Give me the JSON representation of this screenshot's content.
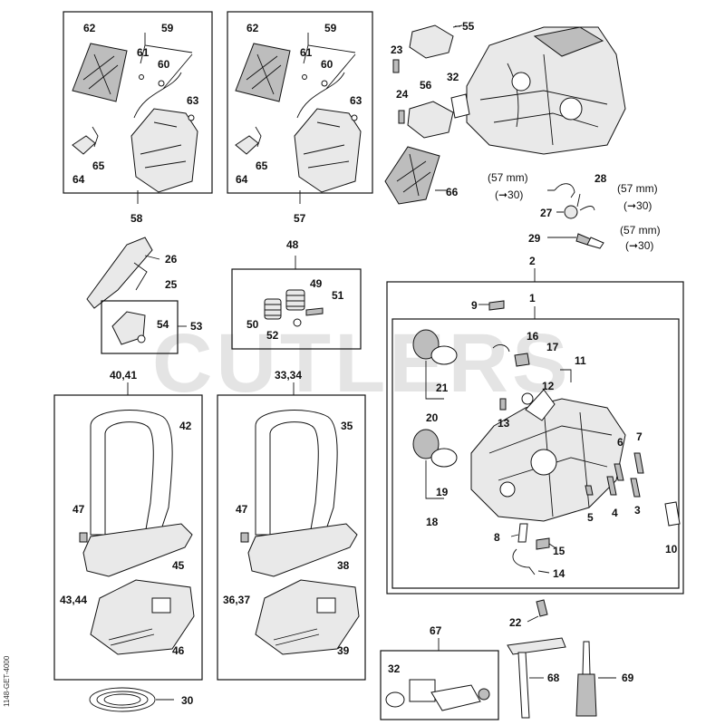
{
  "watermark": "CUTLERS",
  "drawing_code": "1148-GET-4000",
  "labels": {
    "l62a": "62",
    "l59a": "59",
    "l61a": "61",
    "l60a": "60",
    "l63a": "63",
    "l64a": "64",
    "l65a": "65",
    "l58": "58",
    "l62b": "62",
    "l59b": "59",
    "l61b": "61",
    "l60b": "60",
    "l63b": "63",
    "l64b": "64",
    "l65b": "65",
    "l57": "57",
    "l55": "55",
    "l23": "23",
    "l32a": "32",
    "l24": "24",
    "l56": "56",
    "l66": "66",
    "l28": "28",
    "l27": "27",
    "l29": "29",
    "m57a": "(57 mm)",
    "m30a": "(➞30)",
    "m57b": "(57 mm)",
    "m30b": "(➞30)",
    "m57c": "(57 mm)",
    "m30c": "(➞30)",
    "l26": "26",
    "l25": "25",
    "l54": "54",
    "l53": "53",
    "l48": "48",
    "l49": "49",
    "l51": "51",
    "l50": "50",
    "l52": "52",
    "l2": "2",
    "l9": "9",
    "l1": "1",
    "l16": "16",
    "l17": "17",
    "l11": "11",
    "l12": "12",
    "l21": "21",
    "l20": "20",
    "l13": "13",
    "l7": "7",
    "l6": "6",
    "l19": "19",
    "l18": "18",
    "l5": "5",
    "l4": "4",
    "l3": "3",
    "l8": "8",
    "l15": "15",
    "l14": "14",
    "l10": "10",
    "l4041": "40,41",
    "l42": "42",
    "l47a": "47",
    "l45": "45",
    "l4344": "43,44",
    "l46": "46",
    "l3334": "33,34",
    "l35": "35",
    "l47b": "47",
    "l38": "38",
    "l3637": "36,37",
    "l39": "39",
    "l30": "30",
    "l67": "67",
    "l22": "22",
    "l32b": "32",
    "l68": "68",
    "l69": "69"
  }
}
